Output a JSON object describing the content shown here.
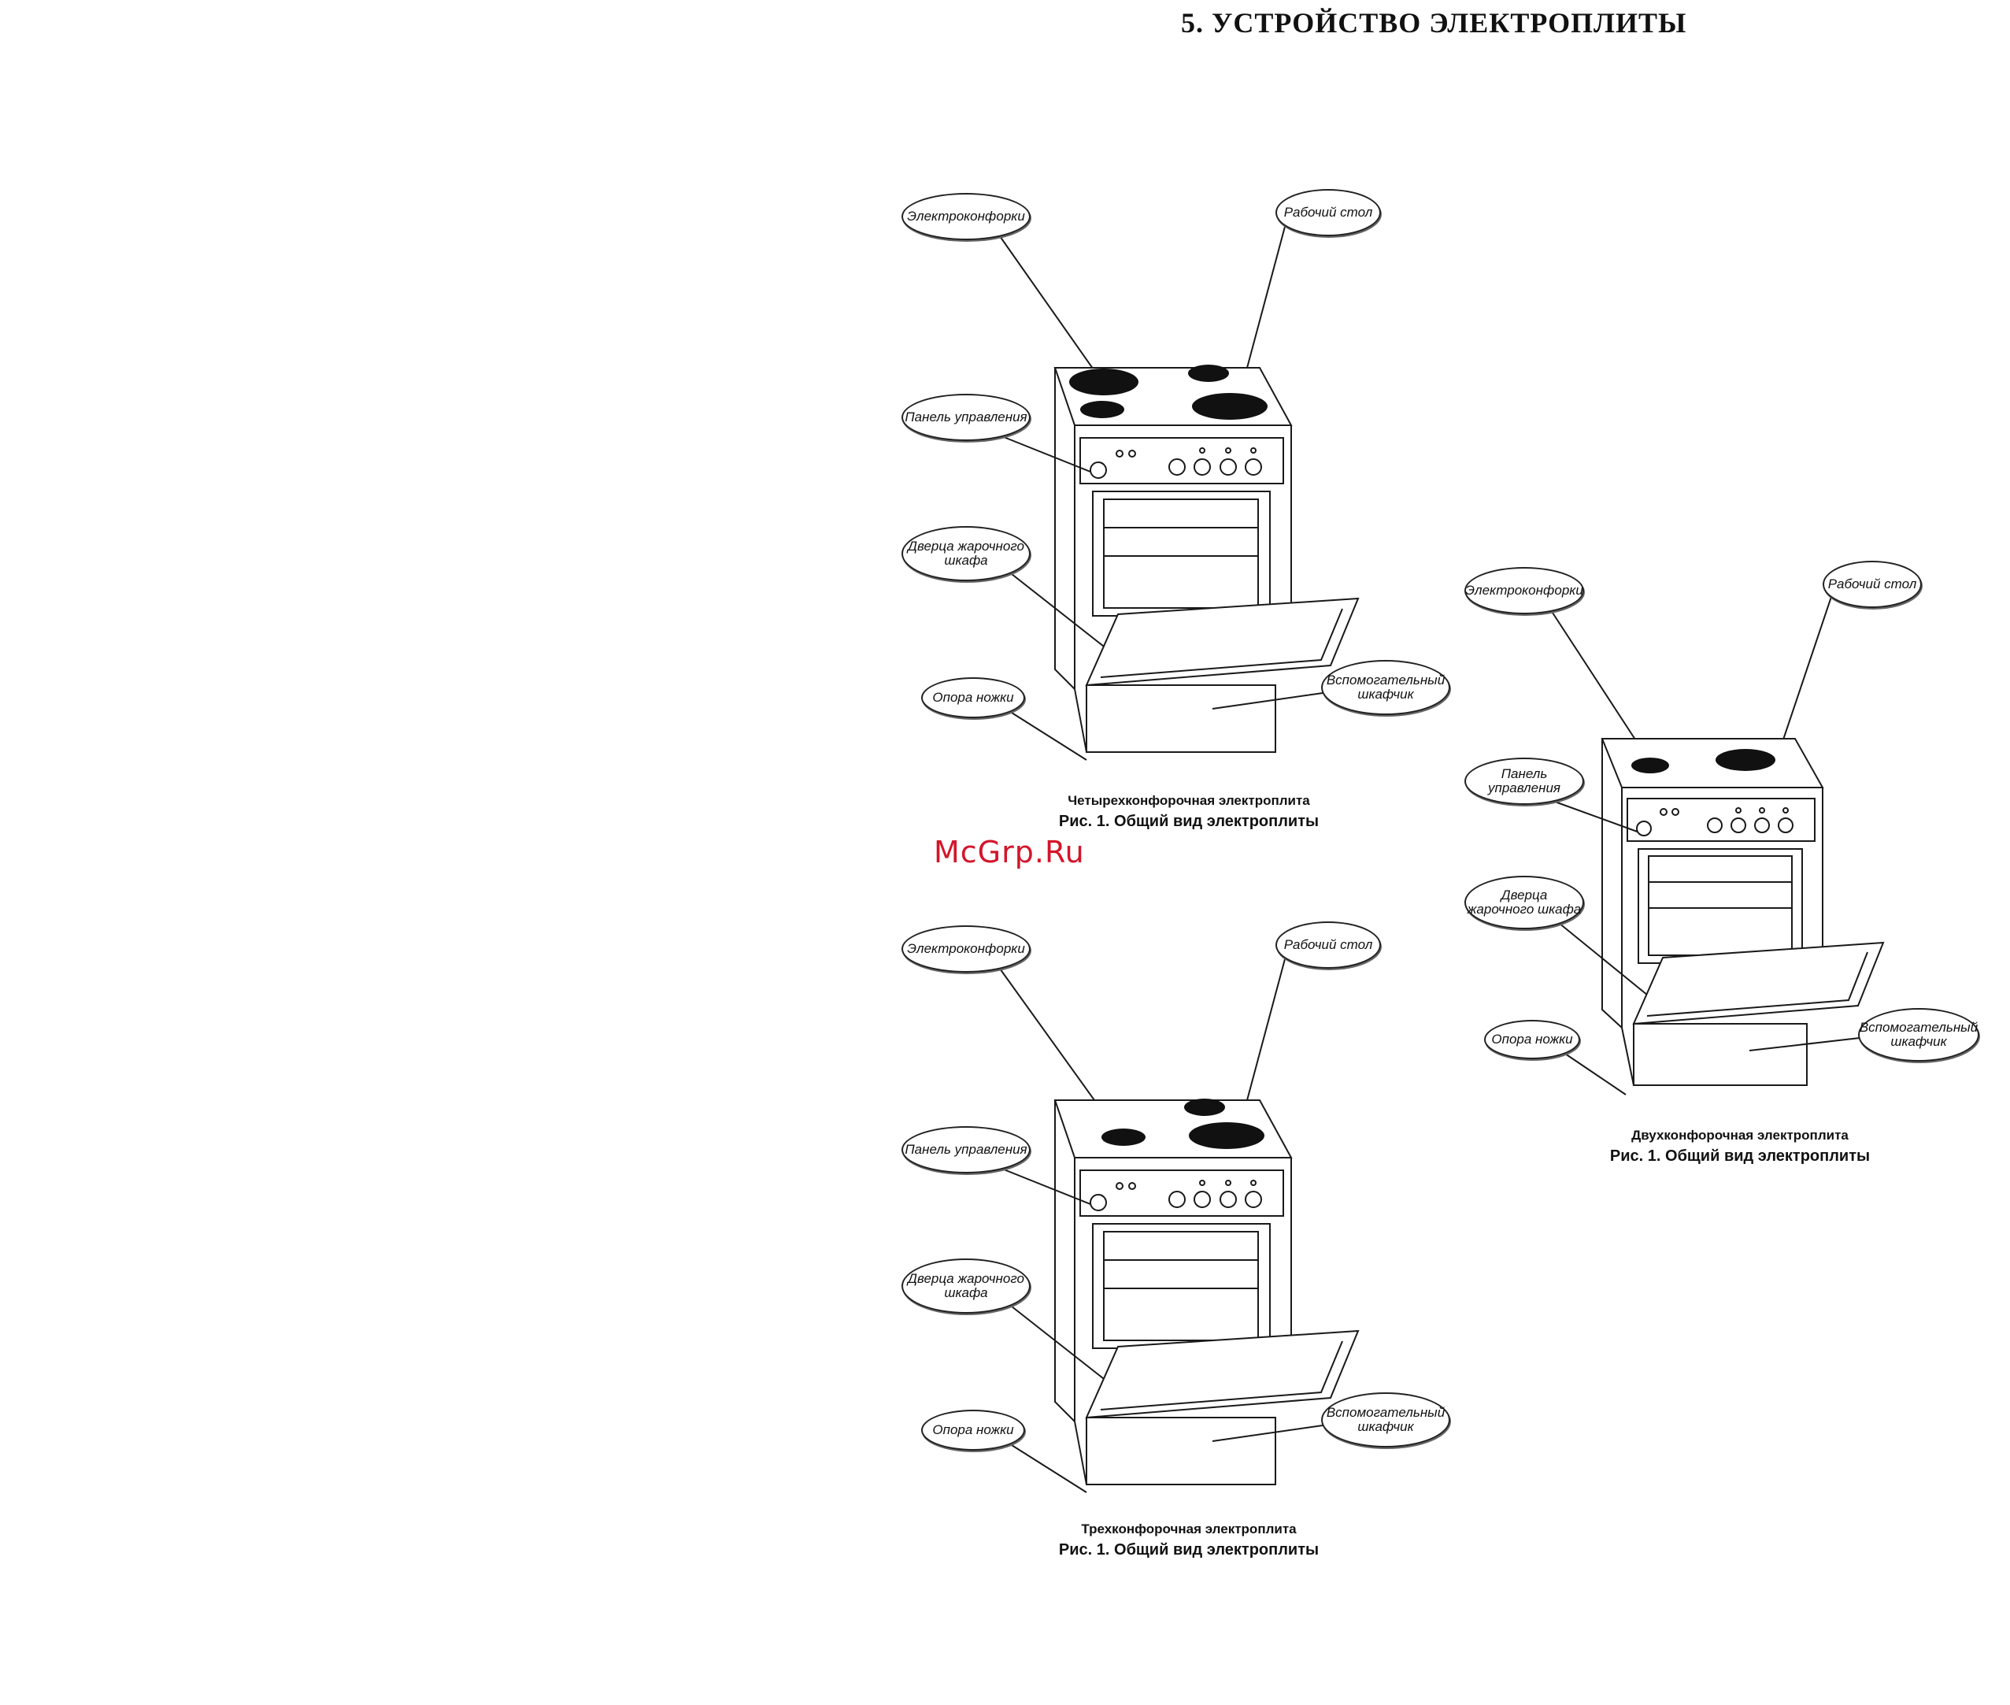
{
  "header": {
    "title": "5. УСТРОЙСТВО ЭЛЕКТРОПЛИТЫ"
  },
  "watermark": "McGrp.Ru",
  "figures": [
    {
      "id": "four-burner",
      "labels": {
        "hotplates": "Электроконфорки",
        "worktop": "Рабочий стол",
        "control_panel": "Панель управления",
        "oven_door": "Дверца жарочного шкафа",
        "leg_support": "Опора ножки",
        "aux_cabinet": "Вспомогательный шкафчик"
      },
      "caption": {
        "subtitle": "Четырехконфорочная электроплита",
        "title": "Рис. 1. Общий вид электроплиты"
      }
    },
    {
      "id": "three-burner",
      "labels": {
        "hotplates": "Электроконфорки",
        "worktop": "Рабочий стол",
        "control_panel": "Панель управления",
        "oven_door": "Дверца жарочного шкафа",
        "leg_support": "Опора ножки",
        "aux_cabinet": "Вспомогательный шкафчик"
      },
      "caption": {
        "subtitle": "Трехконфорочная электроплита",
        "title": "Рис. 1. Общий вид электроплиты"
      }
    },
    {
      "id": "two-burner",
      "labels": {
        "hotplates": "Электроконфорки",
        "worktop": "Рабочий стол",
        "control_panel": "Панель управления",
        "oven_door": "Дверца жарочного шкафа",
        "leg_support": "Опора ножки",
        "aux_cabinet": "Вспомогательный шкафчик"
      },
      "caption": {
        "subtitle": "Двухконфорочная электроплита",
        "title": "Рис. 1. Общий вид электроплиты"
      }
    }
  ]
}
